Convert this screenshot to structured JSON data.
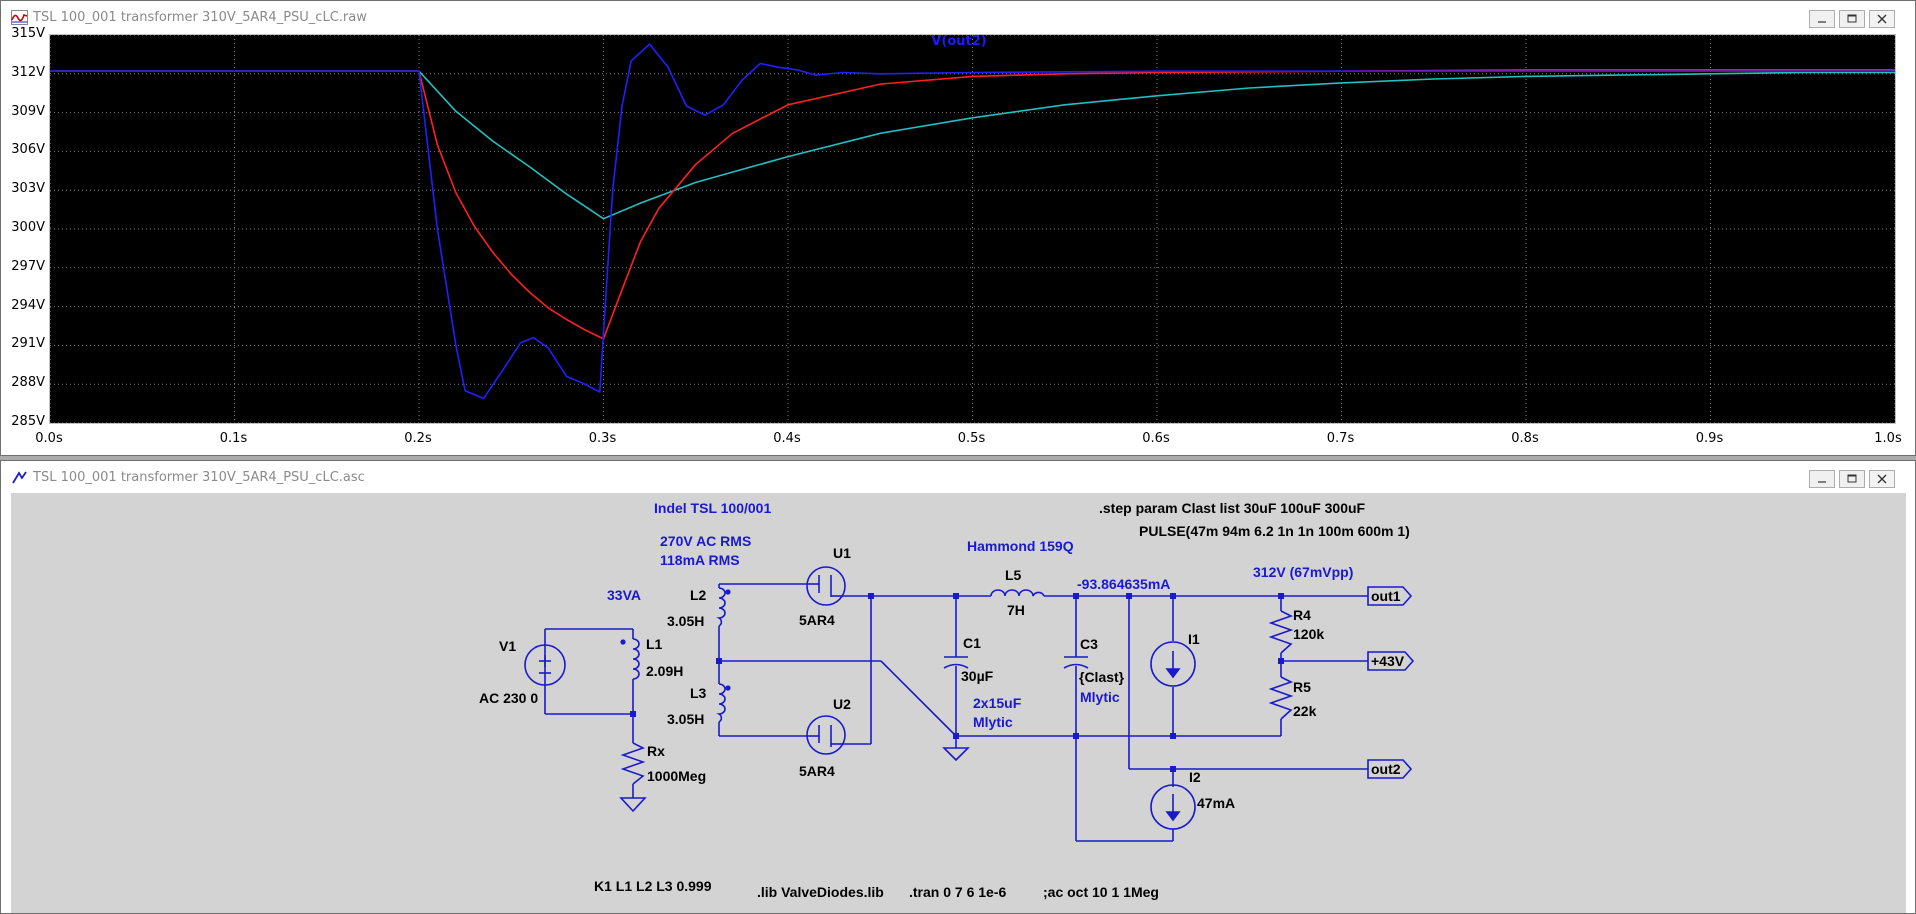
{
  "plot_window": {
    "title": "TSL 100_001 transformer 310V_5AR4_PSU_cLC.raw",
    "trace_label": "V(out2)"
  },
  "schematic_window": {
    "title": "TSL 100_001 transformer 310V_5AR4_PSU_cLC.asc"
  },
  "chart_data": {
    "type": "line",
    "title": "V(out2)",
    "xlabel": "",
    "ylabel": "",
    "xlim": [
      0.0,
      1.0
    ],
    "ylim": [
      285,
      315
    ],
    "grid": true,
    "x_ticks": [
      "0.0s",
      "0.1s",
      "0.2s",
      "0.3s",
      "0.4s",
      "0.5s",
      "0.6s",
      "0.7s",
      "0.8s",
      "0.9s",
      "1.0s"
    ],
    "y_ticks": [
      "315V",
      "312V",
      "309V",
      "306V",
      "303V",
      "300V",
      "297V",
      "294V",
      "291V",
      "288V",
      "285V"
    ],
    "series": [
      {
        "color": "#2020ff",
        "x": [
          0.0,
          0.1,
          0.2,
          0.21,
          0.22,
          0.225,
          0.235,
          0.245,
          0.255,
          0.262,
          0.27,
          0.28,
          0.29,
          0.298,
          0.3,
          0.305,
          0.31,
          0.315,
          0.325,
          0.335,
          0.345,
          0.355,
          0.365,
          0.375,
          0.385,
          0.395,
          0.405,
          0.415,
          0.43,
          0.45,
          0.5,
          0.6,
          0.7,
          0.8,
          0.9,
          1.0
        ],
        "y": [
          312.2,
          312.2,
          312.2,
          300.0,
          291.0,
          287.5,
          286.9,
          289.0,
          291.2,
          291.6,
          290.8,
          288.6,
          288.0,
          287.4,
          292.0,
          303.0,
          309.5,
          313.0,
          314.3,
          312.5,
          309.5,
          308.8,
          309.6,
          311.5,
          312.8,
          312.5,
          312.3,
          311.9,
          312.1,
          312.0,
          312.1,
          312.2,
          312.2,
          312.2,
          312.2,
          312.2
        ]
      },
      {
        "color": "#ff2020",
        "x": [
          0.0,
          0.1,
          0.2,
          0.21,
          0.22,
          0.23,
          0.24,
          0.25,
          0.26,
          0.27,
          0.28,
          0.29,
          0.3,
          0.31,
          0.32,
          0.33,
          0.35,
          0.37,
          0.4,
          0.45,
          0.5,
          0.55,
          0.6,
          0.7,
          0.8,
          0.9,
          1.0
        ],
        "y": [
          312.2,
          312.2,
          312.2,
          306.5,
          302.8,
          300.2,
          298.2,
          296.5,
          295.1,
          293.9,
          293.0,
          292.2,
          291.5,
          295.3,
          299.0,
          301.6,
          305.0,
          307.4,
          309.6,
          311.2,
          311.8,
          312.0,
          312.1,
          312.2,
          312.3,
          312.3,
          312.3
        ]
      },
      {
        "color": "#20c0c0",
        "x": [
          0.0,
          0.1,
          0.2,
          0.22,
          0.24,
          0.26,
          0.28,
          0.3,
          0.32,
          0.35,
          0.4,
          0.45,
          0.5,
          0.55,
          0.6,
          0.65,
          0.7,
          0.75,
          0.8,
          0.85,
          0.9,
          0.95,
          1.0
        ],
        "y": [
          312.2,
          312.2,
          312.2,
          309.1,
          306.8,
          304.8,
          302.7,
          300.8,
          302.0,
          303.6,
          305.6,
          307.4,
          308.6,
          309.6,
          310.3,
          310.9,
          311.3,
          311.6,
          311.8,
          311.9,
          312.0,
          312.1,
          312.1
        ]
      }
    ]
  },
  "schematic": {
    "labels": {
      "title": "Indel TSL 100/001",
      "ac_rms": "270V AC RMS",
      "ma_rms": "118mA RMS",
      "va": "33VA",
      "hammond": "Hammond 159Q",
      "step": ".step param Clast list   30uF 100uF 300uF",
      "pulse": "PULSE(47m 94m 6.2 1n 1n 100m 600m 1)",
      "current": "-93.864635mA",
      "out_v": "312V (67mVpp)",
      "c1_note1": "2x15uF",
      "c1_note2": "Mlytic",
      "c3_note": "Mlytic"
    },
    "components": {
      "v1_name": "V1",
      "v1_value": "AC 230 0",
      "l1_name": "L1",
      "l1_value": "2.09H",
      "l2_name": "L2",
      "l2_value": "3.05H",
      "l3_name": "L3",
      "l3_value": "3.05H",
      "u1_name": "U1",
      "u1_value": "5AR4",
      "u2_name": "U2",
      "u2_value": "5AR4",
      "l5_name": "L5",
      "l5_value": "7H",
      "c1_name": "C1",
      "c1_value": "30µF",
      "c3_name": "C3",
      "c3_value": "{Clast}",
      "i1_name": "I1",
      "i2_name": "I2",
      "i2_value": "47mA",
      "r4_name": "R4",
      "r4_value": "120k",
      "r5_name": "R5",
      "r5_value": "22k",
      "rx_name": "Rx",
      "rx_value": "1000Meg"
    },
    "nets": {
      "out1": "out1",
      "p43v": "+43V",
      "out2": "out2"
    },
    "directives": {
      "coupling": "K1 L1 L2 L3  0.999",
      "lib": ".lib ValveDiodes.lib",
      "tran": ".tran 0 7 6 1e-6",
      "ac": ";ac oct 10 1 1Meg"
    }
  }
}
